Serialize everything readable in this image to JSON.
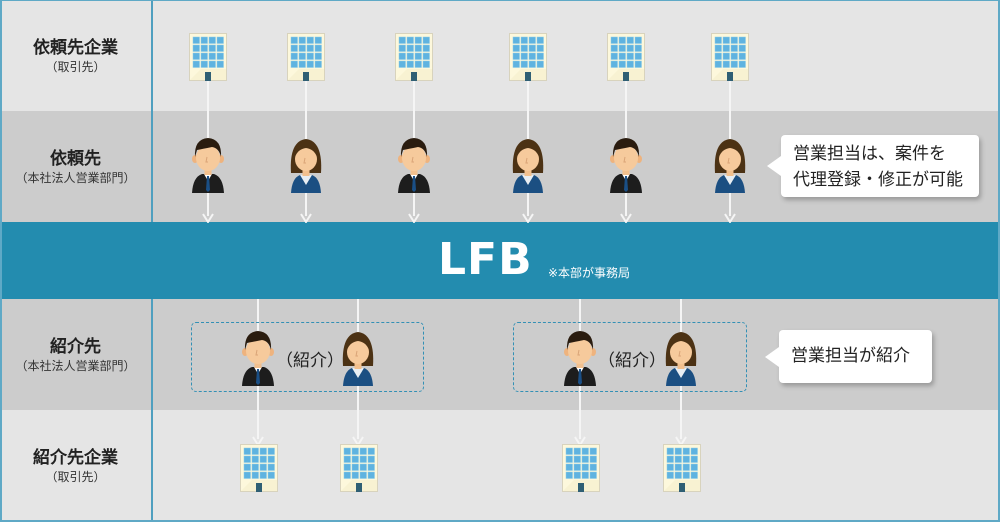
{
  "rows": [
    {
      "main": "依頼先企業",
      "sub": "（取引先）"
    },
    {
      "main": "依頼先",
      "sub": "（本社法人営業部門）"
    },
    {
      "main": "紹介先",
      "sub": "（本社法人営業部門）"
    },
    {
      "main": "紹介先企業",
      "sub": "（取引先）"
    }
  ],
  "band": {
    "logo": "LFB",
    "note": "※本部が事務局"
  },
  "bubbles": {
    "top_line1": "営業担当は、案件を",
    "top_line2": "代理登録・修正が可能",
    "bottom": "営業担当が紹介"
  },
  "referral_label": "（紹介）",
  "top_columns_x": [
    208,
    306,
    414,
    528,
    626,
    730
  ],
  "top_persons": [
    "male",
    "female",
    "male",
    "female",
    "male",
    "female"
  ],
  "bottom_columns_x": [
    258,
    358,
    580,
    681
  ],
  "colors": {
    "band": "#238caf",
    "row_light": "#e5e5e5",
    "row_dark": "#cccccc",
    "divider": "#4f9fbf",
    "window_blue": "#5fb3e0",
    "building_body": "#fdf8dc"
  }
}
